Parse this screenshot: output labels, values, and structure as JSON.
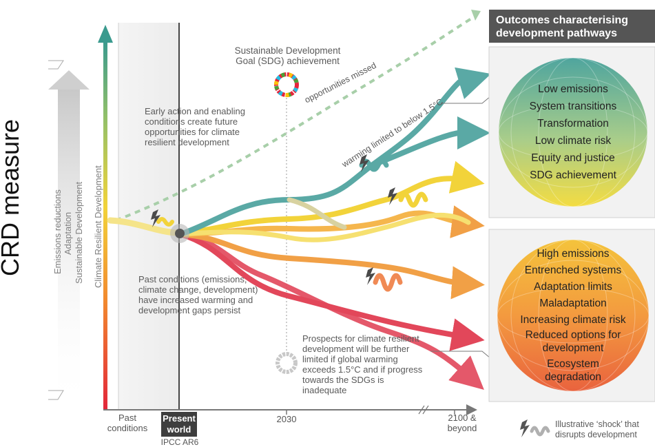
{
  "left_label": "CRD measure",
  "axis_vertical_labels": [
    "Emissions reductions",
    "Adaptation",
    "Sustainable Development",
    "Climate Resilient Development"
  ],
  "header_box": "Outcomes characterising development pathways",
  "positive_outcomes": [
    "Low emissions",
    "System transitions",
    "Transformation",
    "Low climate risk",
    "Equity and justice",
    "SDG achievement"
  ],
  "negative_outcomes": [
    "High emissions",
    "Entrenched systems",
    "Adaptation limits",
    "Maladaptation",
    "Increasing climate risk",
    "Reduced options for development",
    "Ecosystem degradation"
  ],
  "sdg_label": "Sustainable Development Goal (SDG) achievement",
  "opportunities_missed": "opportunities missed",
  "warming_limited": "warming limited to below 1.5°C",
  "early_action": "Early action and enabling conditions create future opportunities for climate resilient development",
  "past_conditions_note": "Past conditions (emissions, climate change, development) have increased warming and development gaps persist",
  "prospects_note": "Prospects for climate resilient development will be further limited if global warming exceeds 1.5°C and if progress towards the SDGs is inadequate",
  "x_axis": {
    "past": "Past conditions",
    "present": "Present world",
    "ipcc": "IPCC AR6",
    "mid": "2030",
    "end": "2100 & beyond"
  },
  "shock_legend": "Illustrative ‘shock’ that disrupts development",
  "colors": {
    "teal": "#5aa9a5",
    "yellow": "#f2d33a",
    "orange": "#f1a046",
    "red": "#e2475a",
    "header_grey": "#555555"
  }
}
